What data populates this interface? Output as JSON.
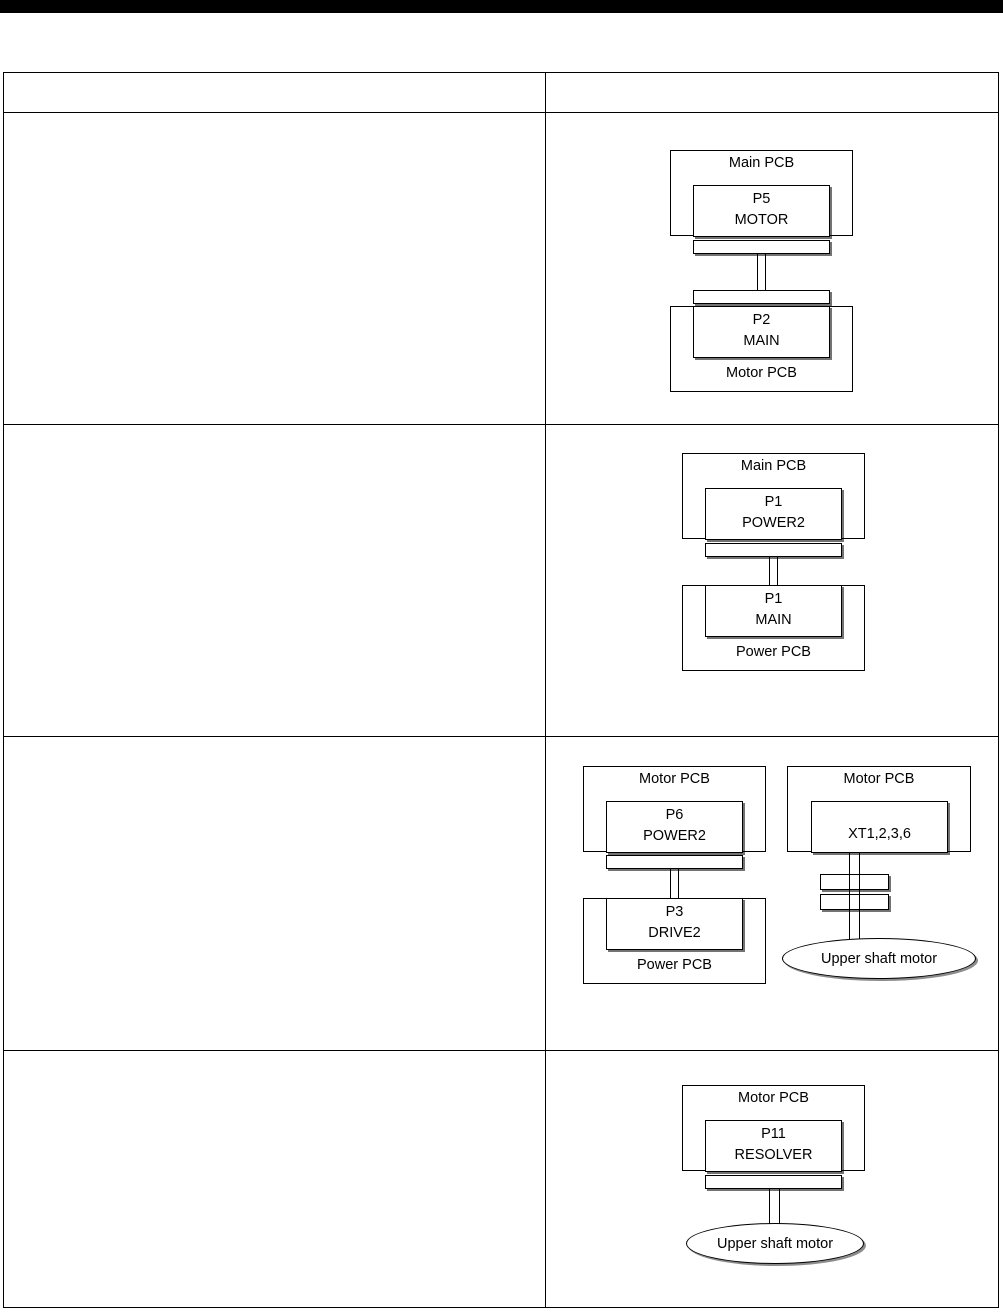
{
  "page": {
    "topbar_color": "#000000",
    "background": "#ffffff"
  },
  "table": {
    "header": {
      "left": "",
      "right": ""
    },
    "rows": [
      {
        "id": "row-1",
        "left": "",
        "diagrams": [
          {
            "id": "p5-motor-to-p2-main",
            "top_board": {
              "label": "Main PCB",
              "connector_ref": "P5",
              "connector_name": "MOTOR"
            },
            "bottom_board": {
              "label": "Motor PCB",
              "connector_ref": "P2",
              "connector_name": "MAIN"
            },
            "bars": 2,
            "endpoint": null
          }
        ]
      },
      {
        "id": "row-2",
        "left": "",
        "diagrams": [
          {
            "id": "p1-power2-to-p1-main",
            "top_board": {
              "label": "Main PCB",
              "connector_ref": "P1",
              "connector_name": "POWER2"
            },
            "bottom_board": {
              "label": "Power PCB",
              "connector_ref": "P1",
              "connector_name": "MAIN"
            },
            "bars": 1,
            "endpoint": null
          }
        ]
      },
      {
        "id": "row-3",
        "left": "",
        "diagrams": [
          {
            "id": "p6-power2-to-p3-drive2",
            "top_board": {
              "label": "Motor PCB",
              "connector_ref": "P6",
              "connector_name": "POWER2"
            },
            "bottom_board": {
              "label": "Power PCB",
              "connector_ref": "P3",
              "connector_name": "DRIVE2"
            },
            "bars": 1,
            "endpoint": null
          },
          {
            "id": "xt1236-to-upper-shaft-motor",
            "top_board": {
              "label": "Motor PCB",
              "connector_ref": "",
              "connector_name": "XT1,2,3,6"
            },
            "bottom_board": null,
            "bars": 2,
            "endpoint": "Upper shaft motor"
          }
        ]
      },
      {
        "id": "row-4",
        "left": "",
        "diagrams": [
          {
            "id": "p11-resolver-to-upper-shaft-motor",
            "top_board": {
              "label": "Motor PCB",
              "connector_ref": "P11",
              "connector_name": "RESOLVER"
            },
            "bottom_board": null,
            "bars": 1,
            "endpoint": "Upper shaft motor"
          }
        ]
      }
    ]
  }
}
